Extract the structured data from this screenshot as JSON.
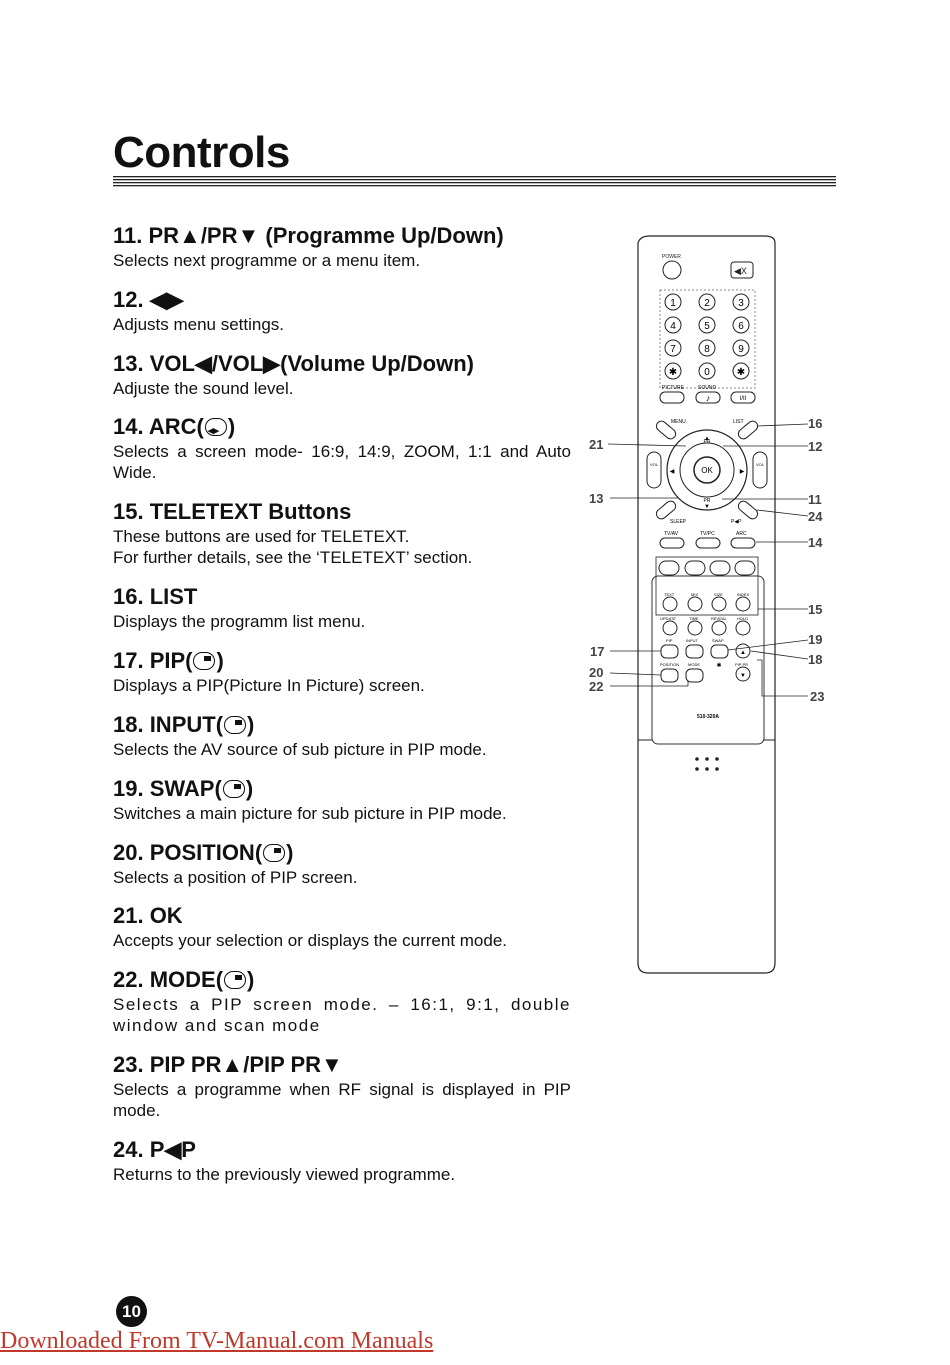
{
  "page": {
    "title": "Controls",
    "page_number": "10",
    "footer_link": "Downloaded From TV-Manual.com Manuals"
  },
  "items": [
    {
      "heading": "11. PR▲/PR▼ (Programme Up/Down)",
      "desc": "Selects next programme or a menu item."
    },
    {
      "heading": "12. ◀▶",
      "desc": "Adjusts menu settings."
    },
    {
      "heading": "13.  VOL◀/VOL▶(Volume Up/Down)",
      "desc": "Adjuste the sound level."
    },
    {
      "heading_pre": "14.  ARC(",
      "heading_post": ")",
      "desc": "Selects a screen mode- 16:9, 14:9, ZOOM, 1:1 and Auto Wide."
    },
    {
      "heading": "15. TELETEXT Buttons",
      "desc_line1": "These buttons are used for TELETEXT.",
      "desc_line2": "For further details, see the ‘TELETEXT’ section."
    },
    {
      "heading": "16. LIST",
      "desc": "Displays the programm list menu."
    },
    {
      "heading_pre": "17. PIP(",
      "heading_post": ")",
      "desc": "Displays a PIP(Picture In Picture) screen."
    },
    {
      "heading_pre": "18. INPUT(",
      "heading_post": ")",
      "desc": "Selects the AV source of sub picture in PIP mode."
    },
    {
      "heading_pre": "19. SWAP(",
      "heading_post": ")",
      "desc": "Switches a main picture for sub picture in PIP mode."
    },
    {
      "heading_pre": "20. POSITION(",
      "heading_post": ")",
      "desc": "Selects a position of PIP screen."
    },
    {
      "heading": "21. OK",
      "desc": "Accepts your selection or displays the current mode."
    },
    {
      "heading_pre": "22. MODE(",
      "heading_post": ")",
      "desc": "Selects a PIP screen mode. – 16:1, 9:1, double window and scan mode"
    },
    {
      "heading": "23. PIP PR▲/PIP PR▼",
      "desc": "Selects a programme when RF signal is displayed in PIP mode."
    },
    {
      "heading": "24. P◀P",
      "desc": "Returns to the previously viewed programme."
    }
  ],
  "remote": {
    "labels": {
      "power": "POWER",
      "picture": "PICTURE",
      "sound": "SOUND",
      "power_toggle": "I/II",
      "menu": "MENU",
      "list": "LIST",
      "ok": "OK",
      "pr": "PR",
      "vol": "VOL",
      "sleep": "SLEEP",
      "pp": "P◀P",
      "tvav": "TV/AV",
      "tvpc": "TV/PC",
      "arc": "ARC",
      "text": "TEXT",
      "mix": "MIX",
      "size": "SIZE",
      "index": "INDEX",
      "update": "UPDATE",
      "time": "TIME",
      "reveal": "REVEAL",
      "hold": "HOLD",
      "pip": "PIP",
      "input": "INPUT",
      "swap": "SWAP",
      "position": "POSITION",
      "mode": "MODE",
      "pip_pr": "PIP PR",
      "model": "510-320A"
    },
    "digits": [
      "1",
      "2",
      "3",
      "4",
      "5",
      "6",
      "7",
      "8",
      "9",
      "✱",
      "0",
      "✱"
    ],
    "callouts": {
      "c11": "11",
      "c12": "12",
      "c13": "13",
      "c14": "14",
      "c15": "15",
      "c16": "16",
      "c17": "17",
      "c18": "18",
      "c19": "19",
      "c20": "20",
      "c21": "21",
      "c22": "22",
      "c23": "23",
      "c24": "24"
    }
  }
}
